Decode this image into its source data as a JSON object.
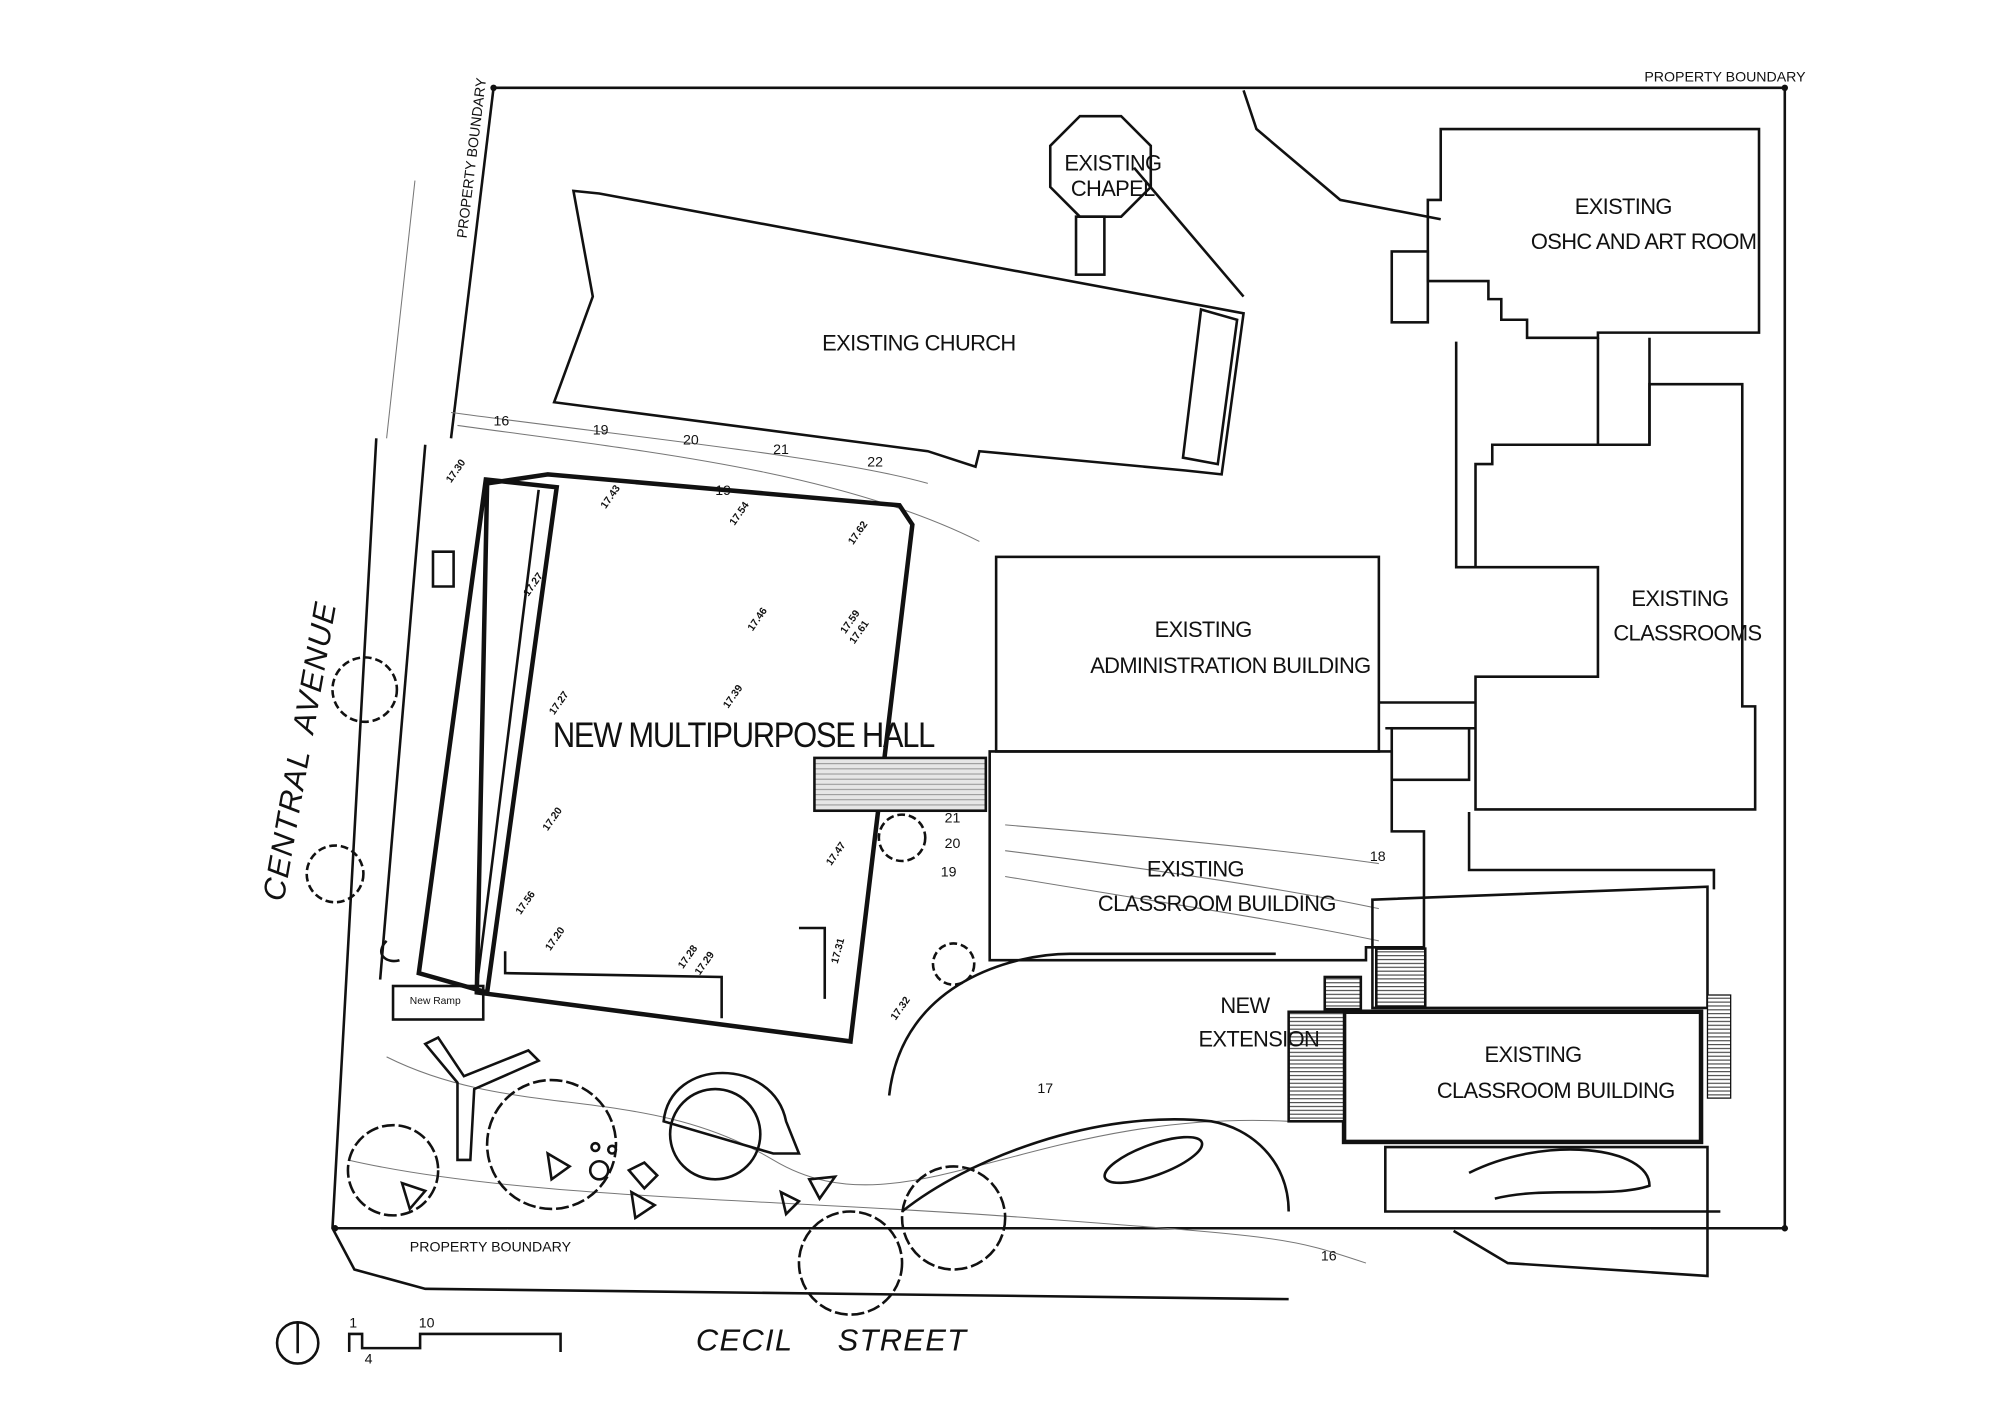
{
  "labels": {
    "property_boundary_top": "PROPERTY BOUNDARY",
    "property_boundary_left": "PROPERTY BOUNDARY",
    "property_boundary_bottom": "PROPERTY BOUNDARY",
    "chapel": [
      "EXISTING",
      "CHAPEL"
    ],
    "church": "EXISTING  CHURCH",
    "oshc": [
      "EXISTING",
      "OSHC AND ART ROOM"
    ],
    "classrooms": [
      "EXISTING",
      "CLASSROOMS"
    ],
    "admin": [
      "EXISTING",
      "ADMINISTRATION BUILDING"
    ],
    "classroom_building_mid": [
      "EXISTING",
      "CLASSROOM BUILDING"
    ],
    "classroom_building_low": [
      "EXISTING",
      "CLASSROOM BUILDING"
    ],
    "new_extension": [
      "NEW",
      "EXTENSION"
    ],
    "hall": "NEW MULTIPURPOSE HALL",
    "new_ramp": "New Ramp",
    "central": "CENTRAL",
    "avenue": "AVENUE",
    "cecil": "CECIL",
    "street": "STREET"
  },
  "scale_bar": {
    "ticks": [
      "1",
      "4",
      "10"
    ]
  },
  "spot_levels": [
    "17.30",
    "17.43",
    "17.54",
    "17.62",
    "17.39",
    "17.46",
    "17.59",
    "17.61",
    "17.27",
    "17.56",
    "17.20",
    "17.32",
    "17.47",
    "17.20",
    "17.28",
    "17.29",
    "17.31",
    "17.27"
  ],
  "contours": [
    "16",
    "19",
    "20",
    "21",
    "22",
    "19",
    "21",
    "20",
    "19",
    "17",
    "18",
    "16"
  ]
}
